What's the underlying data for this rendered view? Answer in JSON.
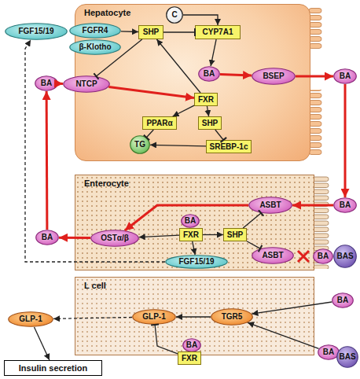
{
  "diagram": {
    "nodes": [
      {
        "text": [
          "Hepatocyte"
        ]
      },
      {
        "text": [
          "FGF15/19"
        ]
      },
      {
        "text": [
          "FGFR4"
        ]
      },
      {
        "text": [
          "β-Klotho"
        ]
      },
      {
        "text": [
          "C"
        ],
        "in": 0
      },
      {
        "text": [
          "SHP"
        ],
        "in": 0
      },
      {
        "text": [
          "CYP7A1"
        ],
        "in": 0
      },
      {
        "text": [
          "BA"
        ],
        "in": 0
      },
      {
        "text": [
          "BSEP"
        ],
        "in": 0
      },
      {
        "text": [
          "BA"
        ]
      },
      {
        "text": [
          "BA"
        ]
      },
      {
        "text": [
          "NTCP"
        ]
      },
      {
        "text": [
          "FXR"
        ],
        "in": 0
      },
      {
        "text": [
          "PPARα"
        ],
        "in": 0
      },
      {
        "text": [
          "SHP"
        ],
        "in": 0
      },
      {
        "text": [
          "TG"
        ],
        "in": 0
      },
      {
        "text": [
          "SREBP-1c"
        ],
        "in": 0
      },
      {
        "text": [
          "Enterocyte"
        ]
      },
      {
        "text": [
          "ASBT"
        ],
        "in": 17
      },
      {
        "text": [
          "BA"
        ]
      },
      {
        "text": [
          "BA"
        ]
      },
      {
        "text": [
          "OSTα/β"
        ],
        "in": 17
      },
      {
        "text": [
          "BA"
        ],
        "in": 17
      },
      {
        "text": [
          "FXR"
        ],
        "in": 17
      },
      {
        "text": [
          "SHP"
        ],
        "in": 17
      },
      {
        "text": [
          "ASBT"
        ],
        "in": 17
      },
      {
        "text": [
          "BA"
        ]
      },
      {
        "text": [
          "BAS"
        ]
      },
      {
        "text": [
          "FGF15/19"
        ],
        "in": 17
      },
      {
        "text": [
          "L cell"
        ]
      },
      {
        "text": [
          "BA"
        ]
      },
      {
        "text": [
          "TGR5"
        ],
        "in": 29
      },
      {
        "text": [
          "BA"
        ]
      },
      {
        "text": [
          "BAS"
        ]
      },
      {
        "text": [
          "GLP-1"
        ],
        "in": 29
      },
      {
        "text": [
          "BA"
        ],
        "in": 29
      },
      {
        "text": [
          "FXR"
        ],
        "in": 29
      },
      {
        "text": [
          "GLP-1"
        ]
      },
      {
        "text": [
          "Insulin secretion"
        ]
      }
    ],
    "edges": [
      {
        "from": 28,
        "to": 1,
        "arrow": "to"
      },
      {
        "from": 2,
        "to": 5,
        "arrow": "to"
      },
      {
        "from": 4,
        "to": 6,
        "arrow": "to"
      },
      {
        "from": 5,
        "to": 6,
        "arrow": "to"
      },
      {
        "from": 5,
        "to": 11,
        "arrow": "to"
      },
      {
        "from": 6,
        "to": 7,
        "arrow": "to"
      },
      {
        "from": 7,
        "to": 8,
        "arrow": "to"
      },
      {
        "from": 8,
        "to": 9,
        "arrow": "to"
      },
      {
        "from": 9,
        "to": 19,
        "arrow": "to"
      },
      {
        "from": 19,
        "to": 18,
        "arrow": "to"
      },
      {
        "from": 18,
        "to": 21,
        "arrow": "to"
      },
      {
        "from": 21,
        "to": 20,
        "arrow": "to"
      },
      {
        "from": 20,
        "to": 10,
        "arrow": "to"
      },
      {
        "from": 10,
        "to": 11,
        "arrow": "to"
      },
      {
        "from": 11,
        "to": 12,
        "arrow": "to"
      },
      {
        "from": 12,
        "to": 5,
        "arrow": "to"
      },
      {
        "from": 12,
        "to": 13,
        "arrow": "to"
      },
      {
        "from": 12,
        "to": 14,
        "arrow": "to"
      },
      {
        "from": 14,
        "to": 16,
        "arrow": "to"
      },
      {
        "from": 16,
        "to": 15,
        "arrow": "to"
      },
      {
        "from": 13,
        "to": 15,
        "arrow": "to"
      },
      {
        "from": 23,
        "to": 21,
        "arrow": "to"
      },
      {
        "from": 23,
        "to": 24,
        "arrow": "to"
      },
      {
        "from": 24,
        "to": 18,
        "arrow": "to"
      },
      {
        "from": 24,
        "to": 25,
        "arrow": "to"
      },
      {
        "from": 23,
        "to": 28,
        "arrow": "to"
      },
      {
        "from": 30,
        "to": 31,
        "arrow": "to"
      },
      {
        "from": 32,
        "to": 31,
        "arrow": "to"
      },
      {
        "from": 31,
        "to": 34,
        "arrow": "to"
      },
      {
        "from": 36,
        "to": 34,
        "arrow": "to"
      },
      {
        "from": 34,
        "to": 37,
        "arrow": "to"
      },
      {
        "from": 37,
        "to": 38,
        "arrow": "to"
      }
    ]
  }
}
